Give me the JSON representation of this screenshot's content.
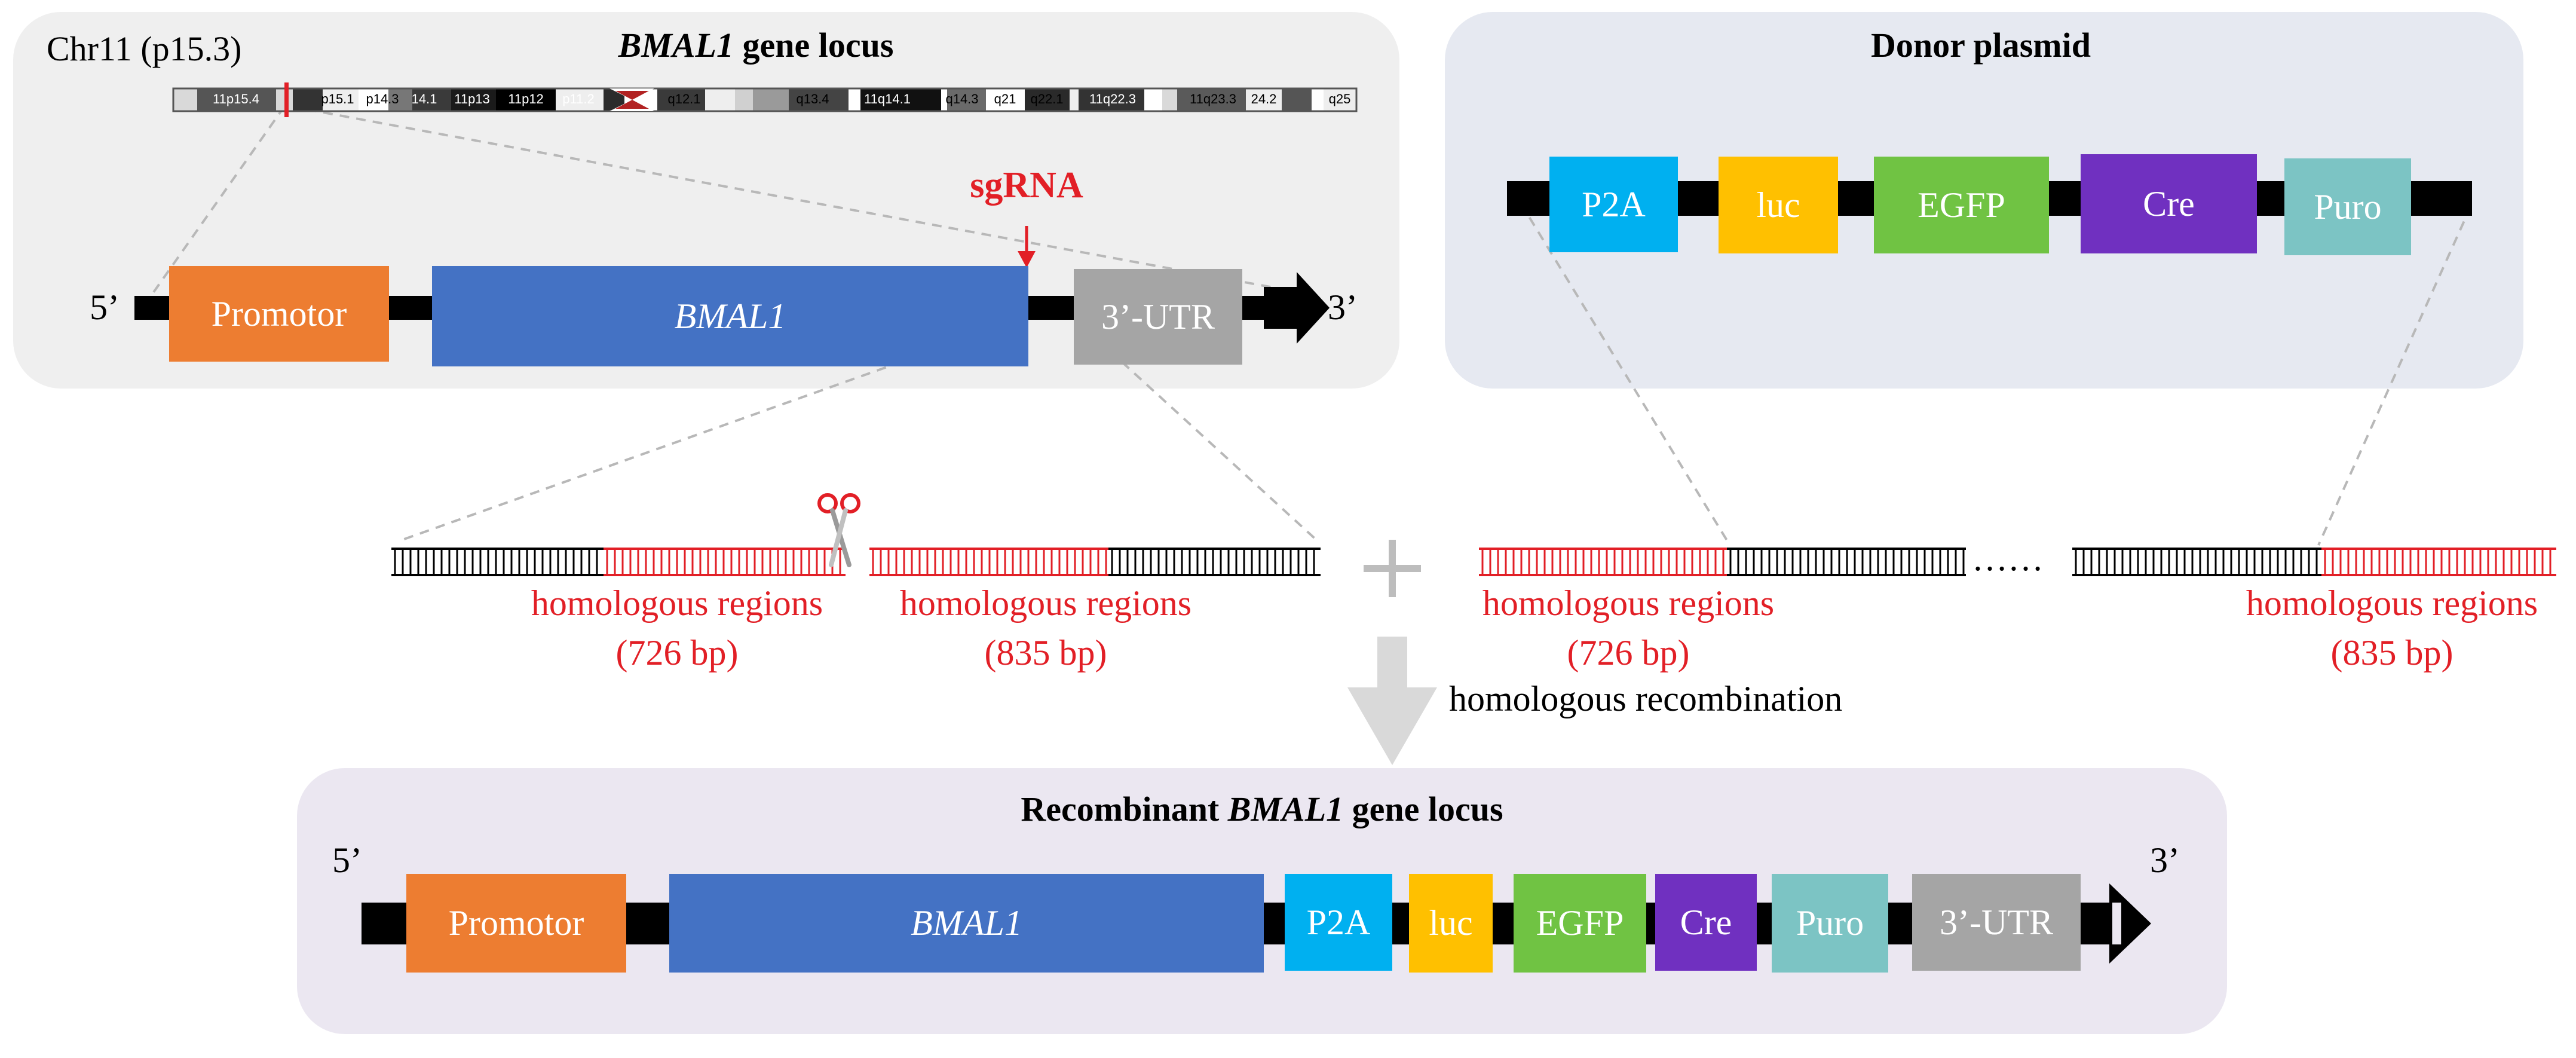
{
  "gene_locus": {
    "chromosome_label": "Chr11 (p15.3)",
    "title_gene": "BMAL1",
    "title_rest": " gene locus",
    "ideogram_bands": [
      "11p15.4",
      "p15.1",
      "p14.3",
      "14.1",
      "11p13",
      "11p12",
      "p11.2",
      "q12.1",
      "q13.4",
      "11q14.1",
      "q14.3",
      "q21",
      "q22.1",
      "11q22.3",
      "11q23.3",
      "24.2",
      "q25"
    ],
    "sgrna_label": "sgRNA",
    "five_prime": "5’",
    "three_prime": "3’",
    "promotor": "Promotor",
    "bmal1": "BMAL1",
    "utr": "3’-UTR"
  },
  "donor": {
    "title": "Donor plasmid",
    "boxes": [
      "P2A",
      "luc",
      "EGFP",
      "Cre",
      "Puro"
    ]
  },
  "homology": {
    "region_label": "homologous regions",
    "left_size": "(726 bp)",
    "right_size": "(835 bp)",
    "plus": "+",
    "dots": "……",
    "recombination_label": "homologous recombination"
  },
  "recombinant": {
    "title_prefix": "Recombinant ",
    "title_gene": "BMAL1",
    "title_rest": " gene locus",
    "five_prime": "5’",
    "three_prime": "3’",
    "promotor": "Promotor",
    "bmal1": "BMAL1",
    "inserts": [
      "P2A",
      "luc",
      "EGFP",
      "Cre",
      "Puro"
    ],
    "utr": "3’-UTR"
  },
  "colors": {
    "promotor": "#ed7d31",
    "bmal1": "#4472c4",
    "utr": "#a5a5a5",
    "p2a": "#00b0f0",
    "luc": "#ffc000",
    "egfp": "#70c343",
    "cre": "#7030c0",
    "puro": "#7cc4c4",
    "homology_red": "#e21f26"
  }
}
